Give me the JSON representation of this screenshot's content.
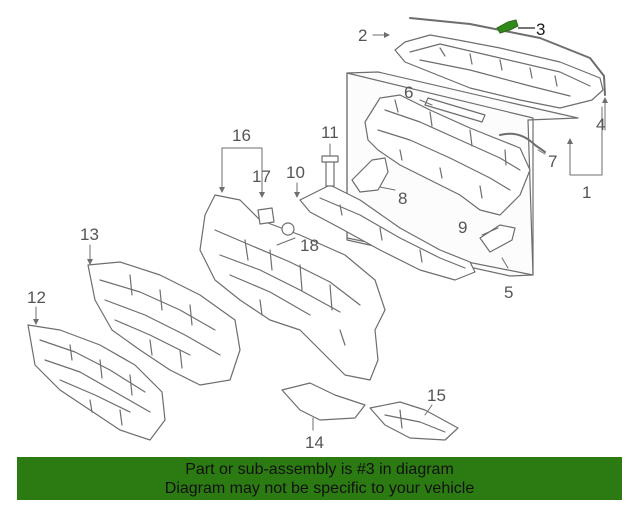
{
  "diagram": {
    "highlight_color": "#2f8a1a",
    "callouts": [
      "1",
      "2",
      "3",
      "4",
      "5",
      "6",
      "7",
      "8",
      "9",
      "10",
      "11",
      "12",
      "13",
      "14",
      "15",
      "16",
      "17",
      "18"
    ]
  },
  "banner": {
    "background": "#2c7a12",
    "line1": "Part or sub-assembly is #3 in diagram",
    "line2": "Diagram may not be specific to your vehicle"
  }
}
